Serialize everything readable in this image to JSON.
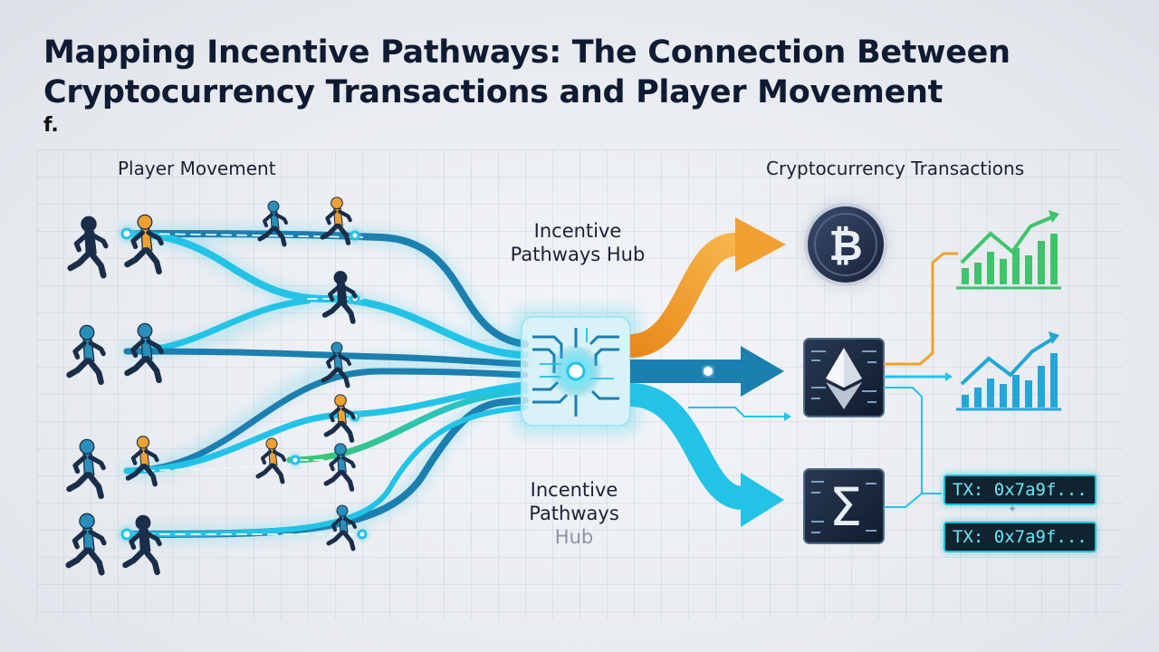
{
  "title_line_1": "Mapping Incentive Pathways: The Connection Between",
  "title_line_2": "Cryptocurrency Transactions and Player Movement",
  "footnote": "f.",
  "labels": {
    "player_movement": "Player Movement",
    "crypto_transactions": "Cryptocurrency Transactions",
    "hub_top_line1": "Incentive",
    "hub_top_line2": "Pathways Hub",
    "hub_bottom_line1": "Incentive",
    "hub_bottom_line2": "Pathways",
    "hub_bottom_line3": "Hub"
  },
  "transactions": [
    "TX: 0x7a9f...",
    "TX: 0x7a9f..."
  ],
  "icons": [
    "bitcoin-icon",
    "ethereum-icon",
    "sigma-icon",
    "bar-chart-green-icon",
    "bar-chart-blue-icon",
    "runner-icon"
  ],
  "colors": {
    "cyan": "#22c3e6",
    "blue": "#1b7fb0",
    "orange": "#f0a030",
    "green": "#3ec46a",
    "navy": "#0f1b33"
  }
}
